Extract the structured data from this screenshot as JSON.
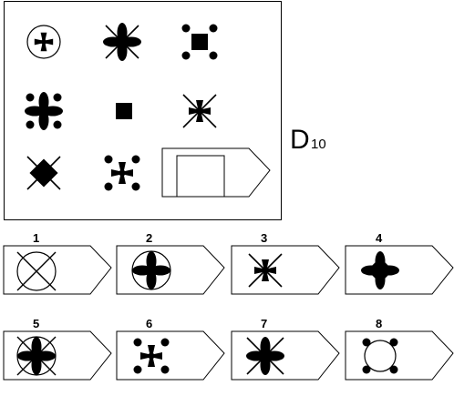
{
  "puzzle": {
    "label": "D",
    "label_number": "10",
    "matrix": [
      {
        "cell": 1,
        "figure": "circle-maltese-cross"
      },
      {
        "cell": 2,
        "figure": "four-petal-with-x"
      },
      {
        "cell": 3,
        "figure": "square-with-four-dots"
      },
      {
        "cell": 4,
        "figure": "four-petal-with-dots"
      },
      {
        "cell": 5,
        "figure": "small-square"
      },
      {
        "cell": 6,
        "figure": "maltese-cross-with-x"
      },
      {
        "cell": 7,
        "figure": "diamond-with-x"
      },
      {
        "cell": 8,
        "figure": "maltese-cross-with-dots"
      },
      {
        "cell": 9,
        "figure": "missing-answer-square"
      }
    ],
    "options": [
      {
        "number": "1",
        "figure": "circle-with-x"
      },
      {
        "number": "2",
        "figure": "circle-with-four-petal"
      },
      {
        "number": "3",
        "figure": "maltese-cross-with-x"
      },
      {
        "number": "4",
        "figure": "four-petal-with-diamond"
      },
      {
        "number": "5",
        "figure": "circle-four-petal-with-x"
      },
      {
        "number": "6",
        "figure": "maltese-cross-with-dots"
      },
      {
        "number": "7",
        "figure": "four-petal-with-x"
      },
      {
        "number": "8",
        "figure": "circle-with-dots"
      }
    ]
  }
}
